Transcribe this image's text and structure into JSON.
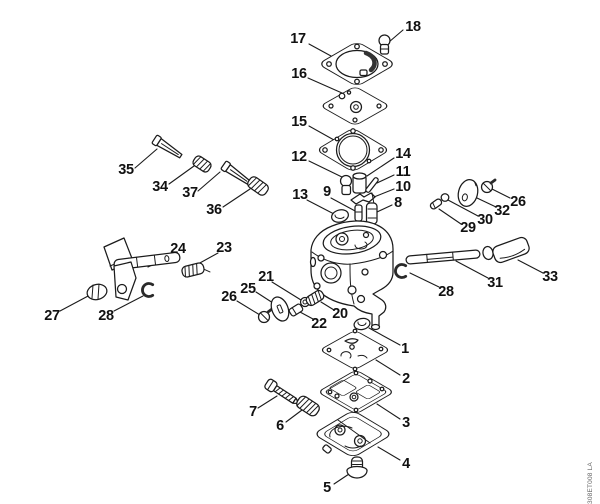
{
  "figure": {
    "type": "exploded-parts-diagram",
    "subject": "carburetor",
    "background": "#ffffff",
    "line_color": "#1b1b1b",
    "drawing_number": "308ET008 LA"
  },
  "callouts": [
    {
      "label": "17"
    },
    {
      "label": "18"
    },
    {
      "label": "16"
    },
    {
      "label": "15"
    },
    {
      "label": "12"
    },
    {
      "label": "14"
    },
    {
      "label": "11"
    },
    {
      "label": "10"
    },
    {
      "label": "9"
    },
    {
      "label": "8"
    },
    {
      "label": "13"
    },
    {
      "label": "35"
    },
    {
      "label": "34"
    },
    {
      "label": "37"
    },
    {
      "label": "36"
    },
    {
      "label": "24"
    },
    {
      "label": "23"
    },
    {
      "label": "27"
    },
    {
      "label": "28"
    },
    {
      "label": "26"
    },
    {
      "label": "25"
    },
    {
      "label": "21"
    },
    {
      "label": "22"
    },
    {
      "label": "20"
    },
    {
      "label": "29"
    },
    {
      "label": "30"
    },
    {
      "label": "32"
    },
    {
      "label": "26"
    },
    {
      "label": "31"
    },
    {
      "label": "33"
    },
    {
      "label": "28"
    },
    {
      "label": "1"
    },
    {
      "label": "2"
    },
    {
      "label": "3"
    },
    {
      "label": "4"
    },
    {
      "label": "5"
    },
    {
      "label": "7"
    },
    {
      "label": "6"
    }
  ]
}
